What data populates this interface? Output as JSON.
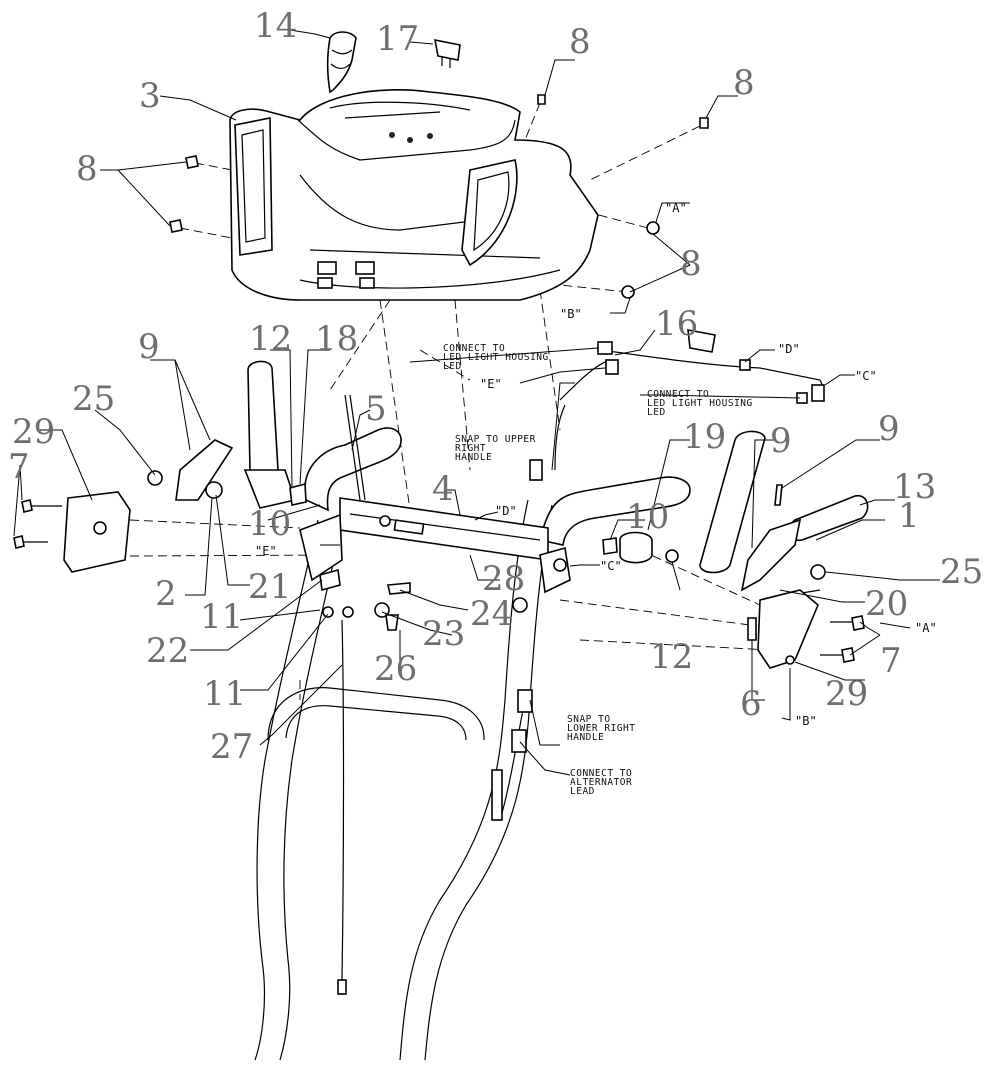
{
  "diagram": {
    "callouts": [
      "14",
      "17",
      "8",
      "8",
      "3",
      "8",
      "8",
      "9",
      "12",
      "18",
      "25",
      "29",
      "5",
      "7",
      "16",
      "10",
      "2",
      "21",
      "22",
      "11",
      "23",
      "24",
      "26",
      "11",
      "27",
      "4",
      "28",
      "19",
      "10",
      "9",
      "9",
      "13",
      "1",
      "25",
      "20",
      "12",
      "7",
      "6",
      "29"
    ],
    "references": [
      "\"A\"",
      "\"B\"",
      "\"D\"",
      "\"C\"",
      "\"E\"",
      "\"D\"",
      "\"E\"",
      "\"C\"",
      "\"A\"",
      "\"B\""
    ],
    "notes": {
      "connect_led_1": [
        "CONNECT TO",
        "LED LIGHT HOUSING",
        "LED"
      ],
      "connect_led_2": [
        "CONNECT TO",
        "LED LIGHT HOUSING",
        "LED"
      ],
      "snap_upper": [
        "SNAP TO UPPER",
        "RIGHT",
        "HANDLE"
      ],
      "snap_lower": [
        "SNAP TO",
        "LOWER RIGHT",
        "HANDLE"
      ],
      "alternator": [
        "CONNECT TO",
        "ALTERNATOR",
        "LEAD"
      ]
    }
  }
}
